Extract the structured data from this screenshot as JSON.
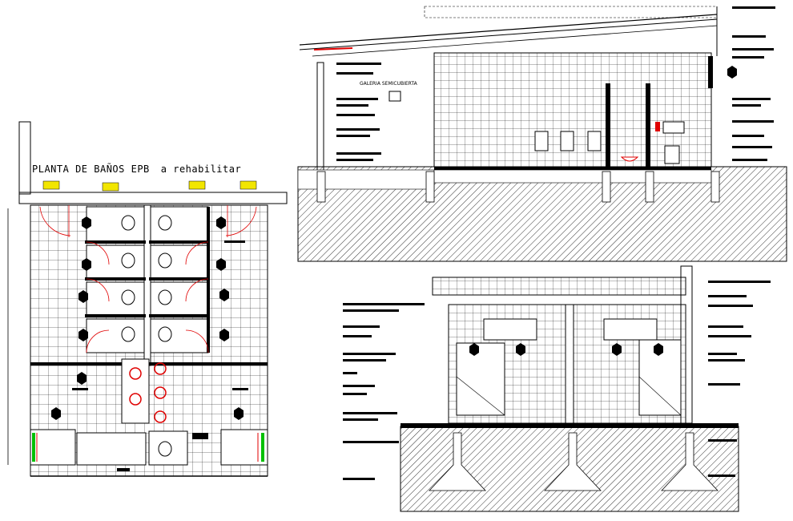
{
  "drawing": {
    "plan_title": "PLANTA DE BAÑOS EPB",
    "plan_subtitle": "a rehabilitar",
    "section_label": "GALERIA SEMICUBIERTA"
  },
  "colors": {
    "line": "#000000",
    "accent_red": "#e00000",
    "accent_yellow": "#f2e600",
    "accent_green": "#00c000",
    "background": "#ffffff"
  }
}
